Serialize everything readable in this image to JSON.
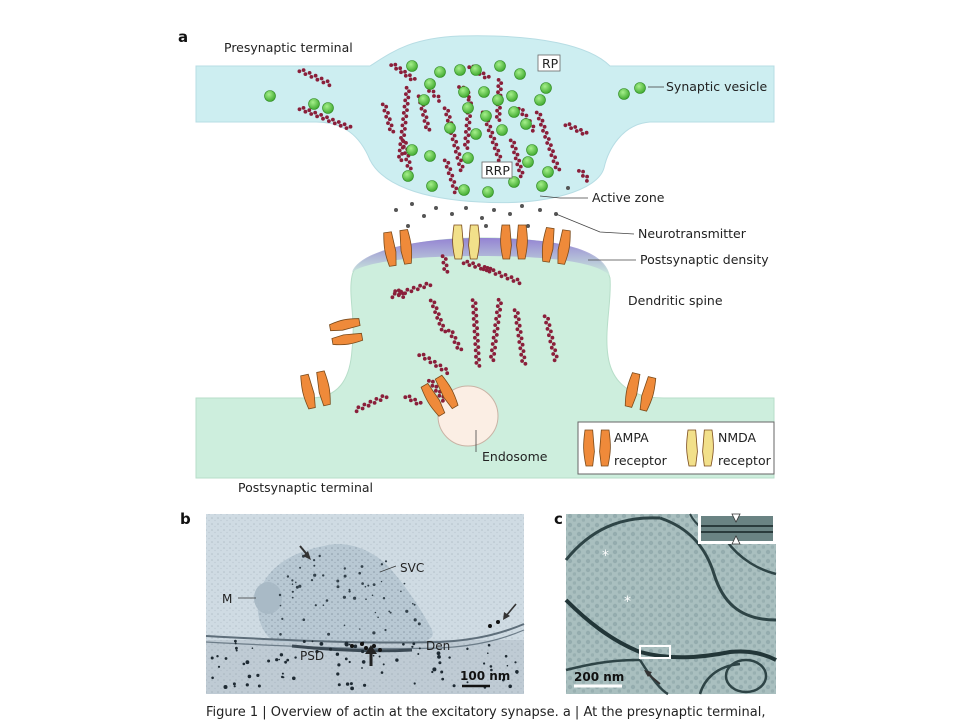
{
  "panel_a": {
    "letter": "a",
    "labels": {
      "presynaptic_terminal": "Presynaptic terminal",
      "rp": "RP",
      "synaptic_vesicle": "Synaptic vesicle",
      "rrp": "RRP",
      "active_zone": "Active zone",
      "neurotransmitter": "Neurotransmitter",
      "postsynaptic_density": "Postsynaptic density",
      "dendritic_spine": "Dendritic spine",
      "endosome": "Endosome",
      "postsynaptic_terminal": "Postsynaptic terminal"
    },
    "legend": {
      "ampa_line1": "AMPA",
      "ampa_line2": "receptor",
      "nmda_line1": "NMDA",
      "nmda_line2": "receptor"
    },
    "colors": {
      "presynaptic_fill": "#cdeef1",
      "postsynaptic_fill": "#cdeedd",
      "density": "#9a86d6",
      "vesicle": "#4fc03a",
      "actin": "#8a1f3a",
      "ampa": "#ef8a3a",
      "nmda": "#f2e08a",
      "endosome": "#fbeee4"
    }
  },
  "panel_b": {
    "letter": "b",
    "labels": {
      "svc": "SVC",
      "m": "M",
      "psd": "PSD",
      "den": "Den"
    },
    "scale_bar": "100 nm"
  },
  "panel_c": {
    "letter": "c",
    "scale_bar": "200 nm"
  },
  "caption": "Figure 1 | Overview of actin at the excitatory synapse. a | At the presynaptic terminal,"
}
